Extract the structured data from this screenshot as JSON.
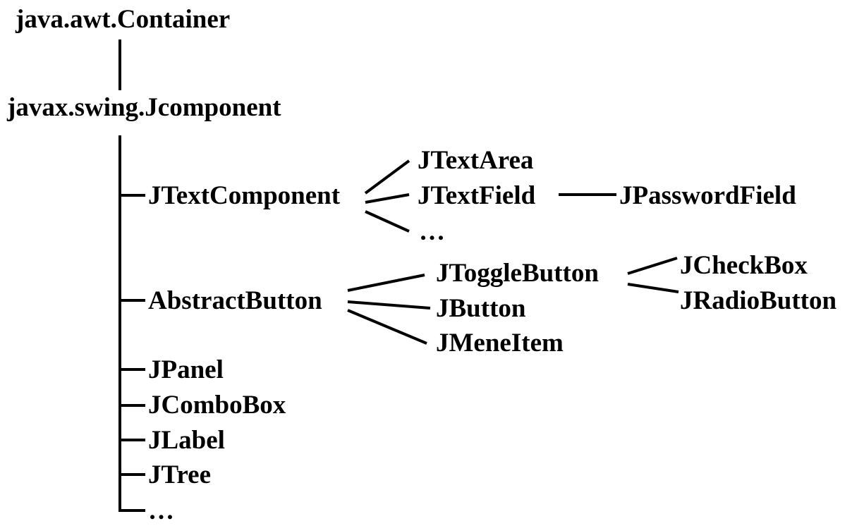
{
  "nodes": {
    "container": "java.awt.Container",
    "jcomponent": "javax.swing.Jcomponent",
    "jtextcomponent": "JTextComponent",
    "jtextarea": "JTextArea",
    "jtextfield": "JTextField",
    "jpasswordfield": "JPasswordField",
    "text_more": "…",
    "abstractbutton": "AbstractButton",
    "jtogglebutton": "JToggleButton",
    "jcheckbox": "JCheckBox",
    "jradiobutton": "JRadioButton",
    "jbutton": "JButton",
    "jmeneitem": "JMeneItem",
    "jpanel": "JPanel",
    "jcombobox": "JComboBox",
    "jlabel": "JLabel",
    "jtree": "JTree",
    "jcomponent_more": "…"
  }
}
